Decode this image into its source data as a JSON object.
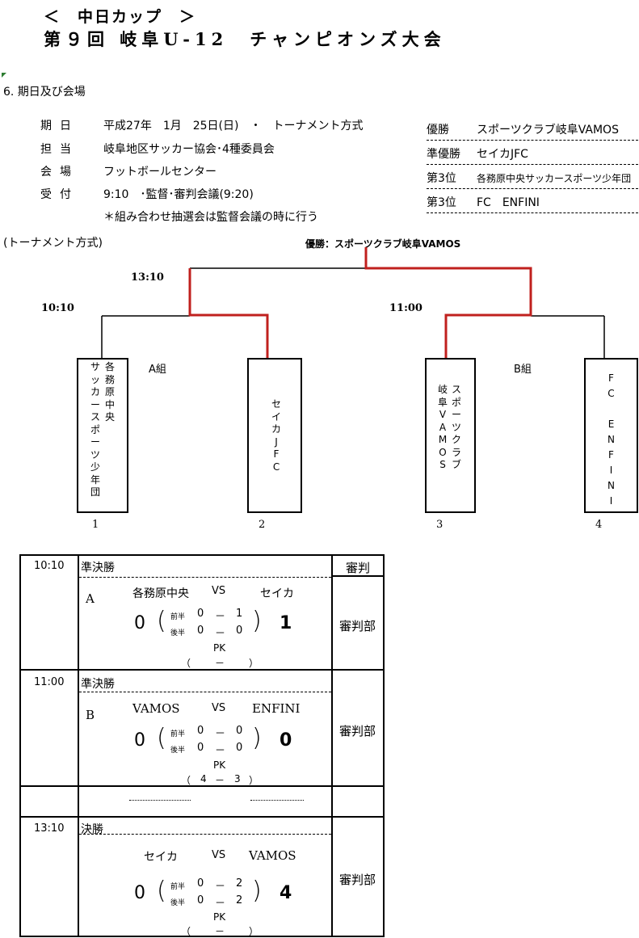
{
  "header": {
    "subtitle": "＜　中日カップ　＞",
    "title": "第９回 岐阜U-12　チャンピオンズ大会"
  },
  "section": {
    "heading": "6. 期日及び会場",
    "rows": [
      {
        "label": "期日",
        "value": "平成27年　1月　25日(日)　・　トーナメント方式"
      },
      {
        "label": "担当",
        "value": "岐阜地区サッカー協会･4種委員会"
      },
      {
        "label": "会場",
        "value": "フットボールセンター"
      },
      {
        "label": "受付",
        "value": "9:10　･監督･審判会議(9:20)"
      }
    ],
    "note": "＊組み合わせ抽選会は監督会議の時に行う"
  },
  "results": [
    {
      "label": "優勝",
      "value": "スポーツクラブ岐阜VAMOS"
    },
    {
      "label": "準優勝",
      "value": "セイカJFC"
    },
    {
      "label": "第3位",
      "value": "各務原中央サッカースポーツ少年団"
    },
    {
      "label": "第3位",
      "value": "FC　ENFINI"
    }
  ],
  "bracket": {
    "format_label": "(トーナメント方式)",
    "winner_label": "優勝：スポーツクラブ岐阜VAMOS",
    "times": {
      "final": "13:10",
      "semi_a": "10:10",
      "semi_b": "11:00"
    },
    "groups": {
      "a": "A組",
      "b": "B組"
    },
    "accent_color": "#c0201e",
    "teams": [
      {
        "number": "1",
        "col_right": [
          "各",
          "務",
          "原",
          "中",
          "央"
        ],
        "col_left": [
          "サ",
          "ッ",
          "カ",
          "ー",
          "ス",
          "ポ",
          "ー",
          "ツ",
          "少",
          "年",
          "団"
        ]
      },
      {
        "number": "2",
        "col": [
          "セ",
          "イ",
          "カ",
          "J",
          "F",
          "C"
        ]
      },
      {
        "number": "3",
        "col_right": [
          "ス",
          "ポ",
          "ー",
          "ツ",
          "ク",
          "ラ",
          "ブ"
        ],
        "col_left": [
          "岐",
          "阜",
          "V",
          "A",
          "M",
          "O",
          "S"
        ]
      },
      {
        "number": "4",
        "col": [
          "F",
          "C",
          "",
          "E",
          "N",
          "F",
          "I",
          "N",
          "I"
        ]
      }
    ]
  },
  "schedule": {
    "referee_header": "審判",
    "matches": [
      {
        "time": "10:10",
        "round": "準決勝",
        "group": "A",
        "home": "各務原中央",
        "vs": "VS",
        "away": "セイカ",
        "home_score": "0",
        "away_score": "1",
        "first_half_label": "前半",
        "second_half_label": "後半",
        "first_half": {
          "home": "0",
          "dash": "－",
          "away": "1"
        },
        "second_half": {
          "home": "0",
          "dash": "－",
          "away": "0"
        },
        "pk_label": "PK",
        "pk": {
          "open": "（",
          "home": "",
          "dash": "－",
          "away": "",
          "close": "）"
        },
        "referee": "審判部"
      },
      {
        "time": "11:00",
        "round": "準決勝",
        "group": "B",
        "home": "VAMOS",
        "vs": "VS",
        "away": "ENFINI",
        "home_score": "0",
        "away_score": "0",
        "first_half_label": "前半",
        "second_half_label": "後半",
        "first_half": {
          "home": "0",
          "dash": "－",
          "away": "0"
        },
        "second_half": {
          "home": "0",
          "dash": "－",
          "away": "0"
        },
        "pk_label": "PK",
        "pk": {
          "open": "（",
          "home": "4",
          "dash": "－",
          "away": "3",
          "close": "）"
        },
        "referee": "審判部"
      },
      {
        "time": "13:10",
        "round": "決勝",
        "group": "",
        "home": "セイカ",
        "vs": "VS",
        "away": "VAMOS",
        "home_score": "0",
        "away_score": "4",
        "first_half_label": "前半",
        "second_half_label": "後半",
        "first_half": {
          "home": "0",
          "dash": "－",
          "away": "2"
        },
        "second_half": {
          "home": "0",
          "dash": "－",
          "away": "2"
        },
        "pk_label": "PK",
        "pk": {
          "open": "（",
          "home": "",
          "dash": "－",
          "away": "",
          "close": "）"
        },
        "referee": "審判部"
      }
    ]
  }
}
